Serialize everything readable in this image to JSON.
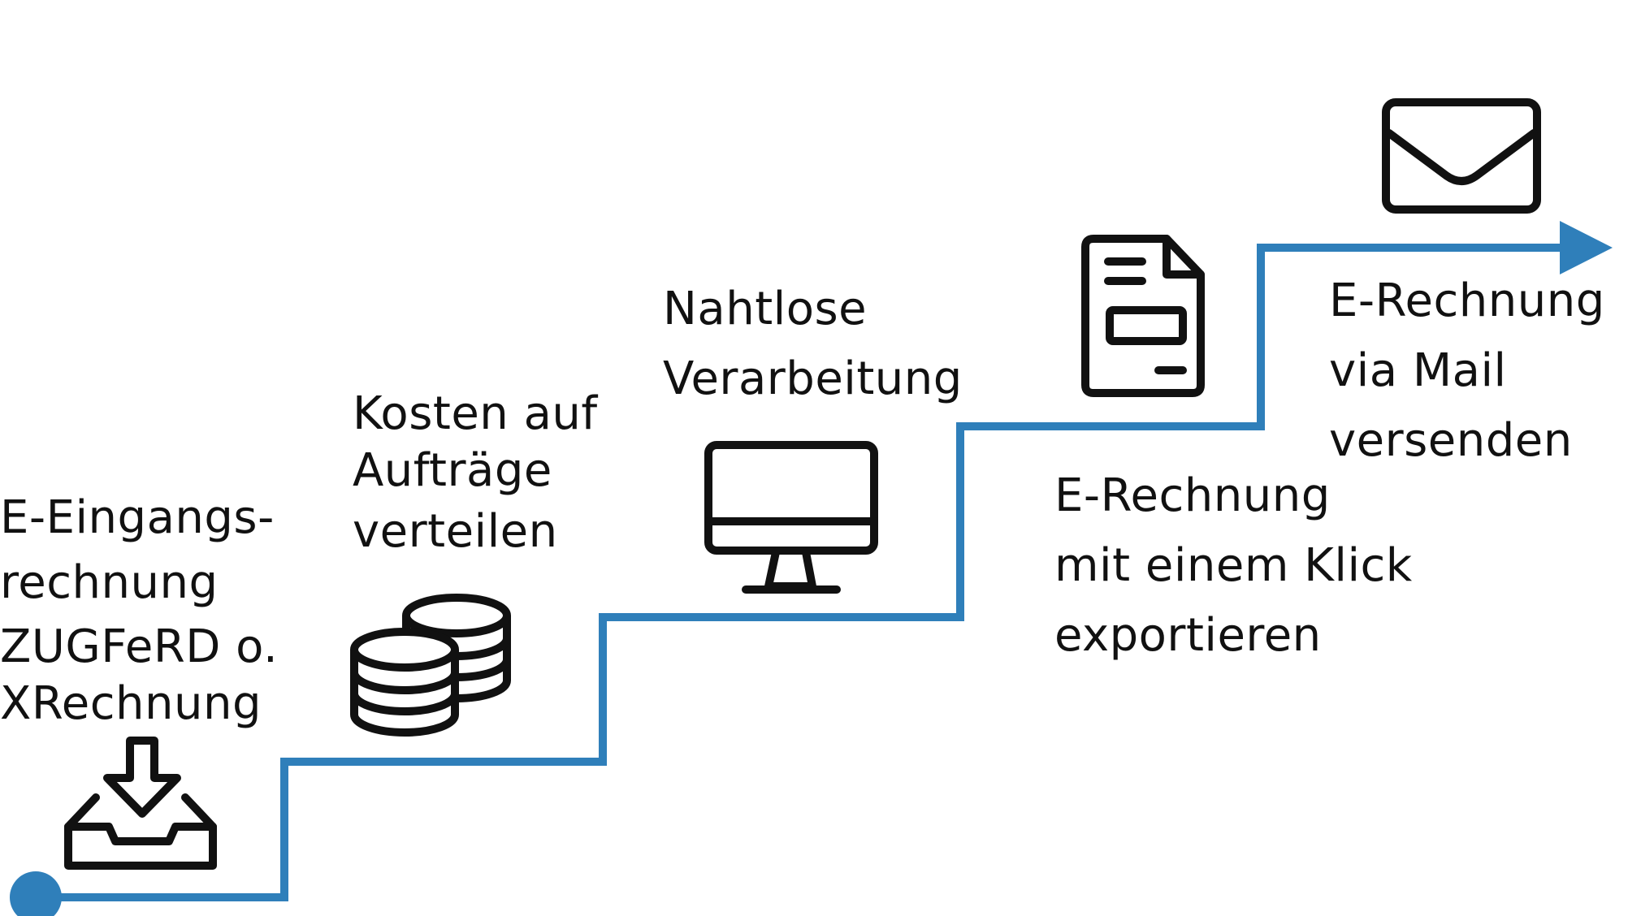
{
  "colors": {
    "path": "#2f7fba",
    "icon": "#111111"
  },
  "steps": [
    {
      "icon": "inbox-download-icon",
      "lines": [
        "E-Eingangs-",
        "rechnung",
        "ZUGFeRD o.",
        "XRechnung"
      ]
    },
    {
      "icon": "coins-icon",
      "lines": [
        "Kosten auf",
        "Aufträge",
        "verteilen"
      ]
    },
    {
      "icon": "monitor-icon",
      "lines": [
        "Nahtlose",
        "Verarbeitung"
      ]
    },
    {
      "icon": "document-icon",
      "lines": [
        "E-Rechnung",
        "mit einem Klick",
        "exportieren"
      ]
    },
    {
      "icon": "envelope-icon",
      "lines": [
        "E-Rechnung",
        "via Mail",
        "versenden"
      ]
    }
  ]
}
